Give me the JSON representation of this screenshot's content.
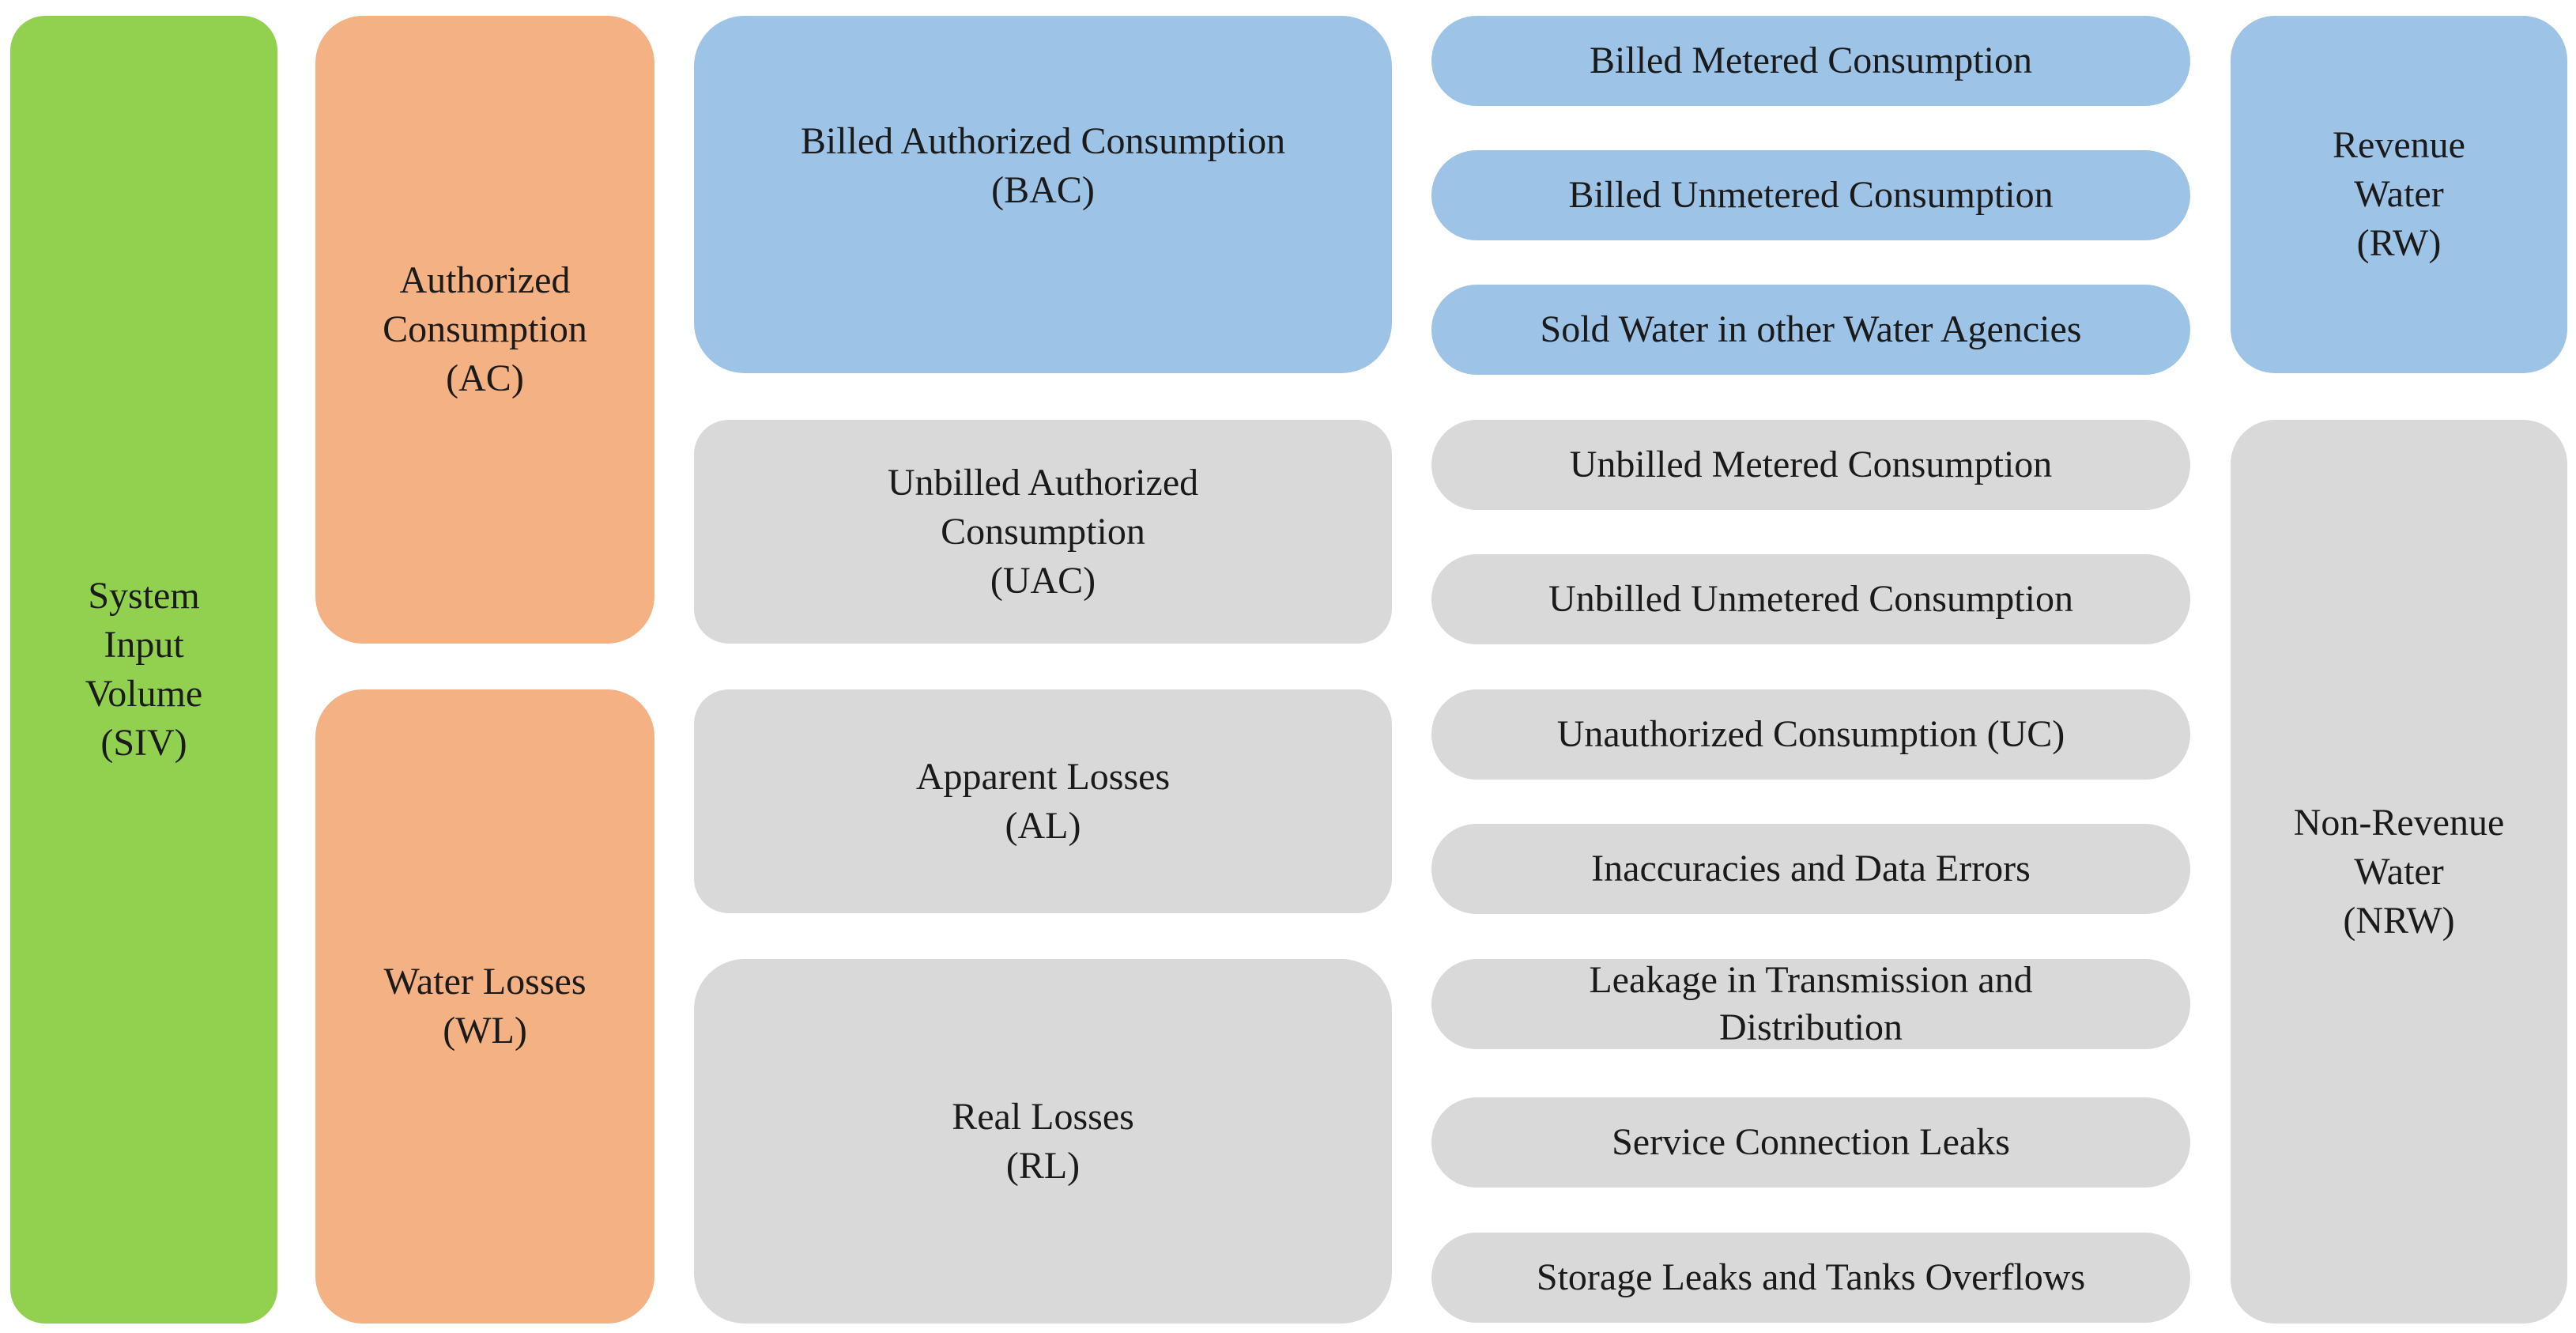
{
  "system_input_volume": {
    "lines": [
      "System",
      "Input",
      "Volume",
      "(SIV)"
    ]
  },
  "authorized_consumption": {
    "lines": [
      "Authorized",
      "Consumption",
      "(AC)"
    ]
  },
  "water_losses": {
    "lines": [
      "Water Losses",
      "(WL)"
    ]
  },
  "billed_authorized_consumption": {
    "lines": [
      "Billed Authorized Consumption",
      "(BAC)"
    ]
  },
  "unbilled_authorized_consumption": {
    "lines": [
      "Unbilled Authorized",
      "Consumption",
      "(UAC)"
    ]
  },
  "apparent_losses": {
    "lines": [
      "Apparent Losses",
      "(AL)"
    ]
  },
  "real_losses": {
    "lines": [
      "Real Losses",
      "(RL)"
    ]
  },
  "components": [
    {
      "lines": [
        "Billed Metered Consumption"
      ]
    },
    {
      "lines": [
        "Billed Unmetered Consumption"
      ]
    },
    {
      "lines": [
        "Sold Water in other Water Agencies"
      ]
    },
    {
      "lines": [
        "Unbilled Metered Consumption"
      ]
    },
    {
      "lines": [
        "Unbilled Unmetered Consumption"
      ]
    },
    {
      "lines": [
        "Unauthorized Consumption (UC)"
      ]
    },
    {
      "lines": [
        "Inaccuracies and Data Errors"
      ]
    },
    {
      "lines": [
        "Leakage in Transmission and",
        "Distribution"
      ]
    },
    {
      "lines": [
        "Service Connection Leaks"
      ]
    },
    {
      "lines": [
        "Storage Leaks and Tanks Overflows"
      ]
    }
  ],
  "revenue_water": {
    "lines": [
      "Revenue",
      "Water",
      "(RW)"
    ]
  },
  "non_revenue_water": {
    "lines": [
      "Non-Revenue",
      "Water",
      "(NRW)"
    ]
  },
  "colors": {
    "siv": "#92d050",
    "ac_wl": "#f4b183",
    "billed": "#9dc3e6",
    "unbilled_and_losses": "#d9d9d9"
  }
}
